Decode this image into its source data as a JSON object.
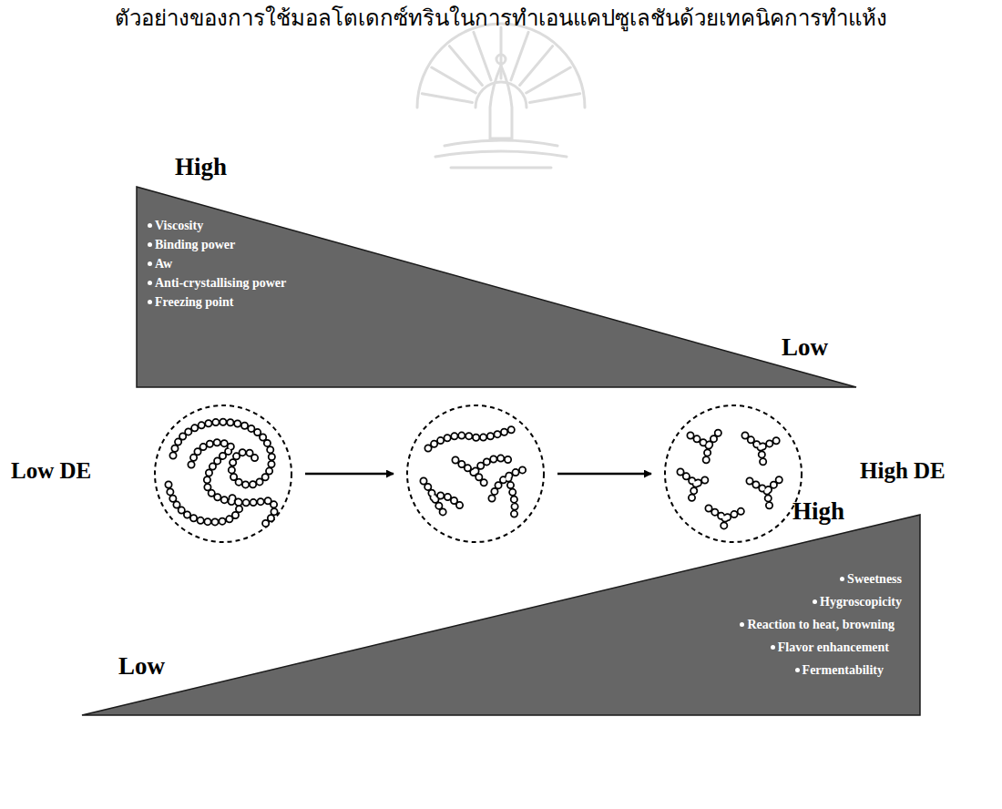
{
  "diagram": {
    "nodes": [
      {
        "text": [
          "High",
          "Viscosity",
          "Binding power",
          "Aw",
          "Anti-crystallising power",
          "Freezing point",
          "Low"
        ]
      },
      {
        "text": [
          "High",
          "Sweetness",
          "Hygroscopicity",
          "Reaction to heat, browning",
          "Flavor enhancement",
          "Fermentability",
          "Low"
        ]
      }
    ],
    "labels": [
      "ตัวอย่างของการใช้มอลโตเดกซ์ทรินในการทำเอนแคปซูเลชันด้วยเทคนิคการทำแห้ง",
      "Low DE",
      "High DE"
    ]
  }
}
